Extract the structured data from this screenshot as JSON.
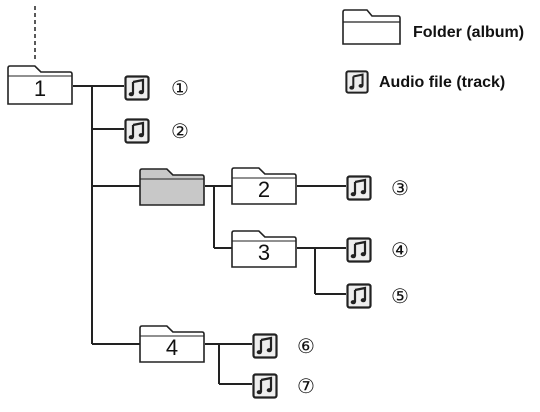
{
  "legend": {
    "folder_label": "Folder (album)",
    "audio_label": "Audio file (track)"
  },
  "folders": [
    {
      "id": "folder-1",
      "label": "1",
      "highlighted": false
    },
    {
      "id": "folder-unnamed",
      "label": "",
      "highlighted": true
    },
    {
      "id": "folder-2",
      "label": "2",
      "highlighted": false
    },
    {
      "id": "folder-3",
      "label": "3",
      "highlighted": false
    },
    {
      "id": "folder-4",
      "label": "4",
      "highlighted": false
    }
  ],
  "tracks": [
    "①",
    "②",
    "③",
    "④",
    "⑤",
    "⑥",
    "⑦"
  ],
  "icons": {
    "folder": "folder-icon",
    "track": "music-note-icon"
  },
  "colors": {
    "line": "#222222",
    "folder_fill": "#ffffff",
    "folder_highlight_fill": "#c8c8c8",
    "track_fill": "#eeeeee"
  }
}
